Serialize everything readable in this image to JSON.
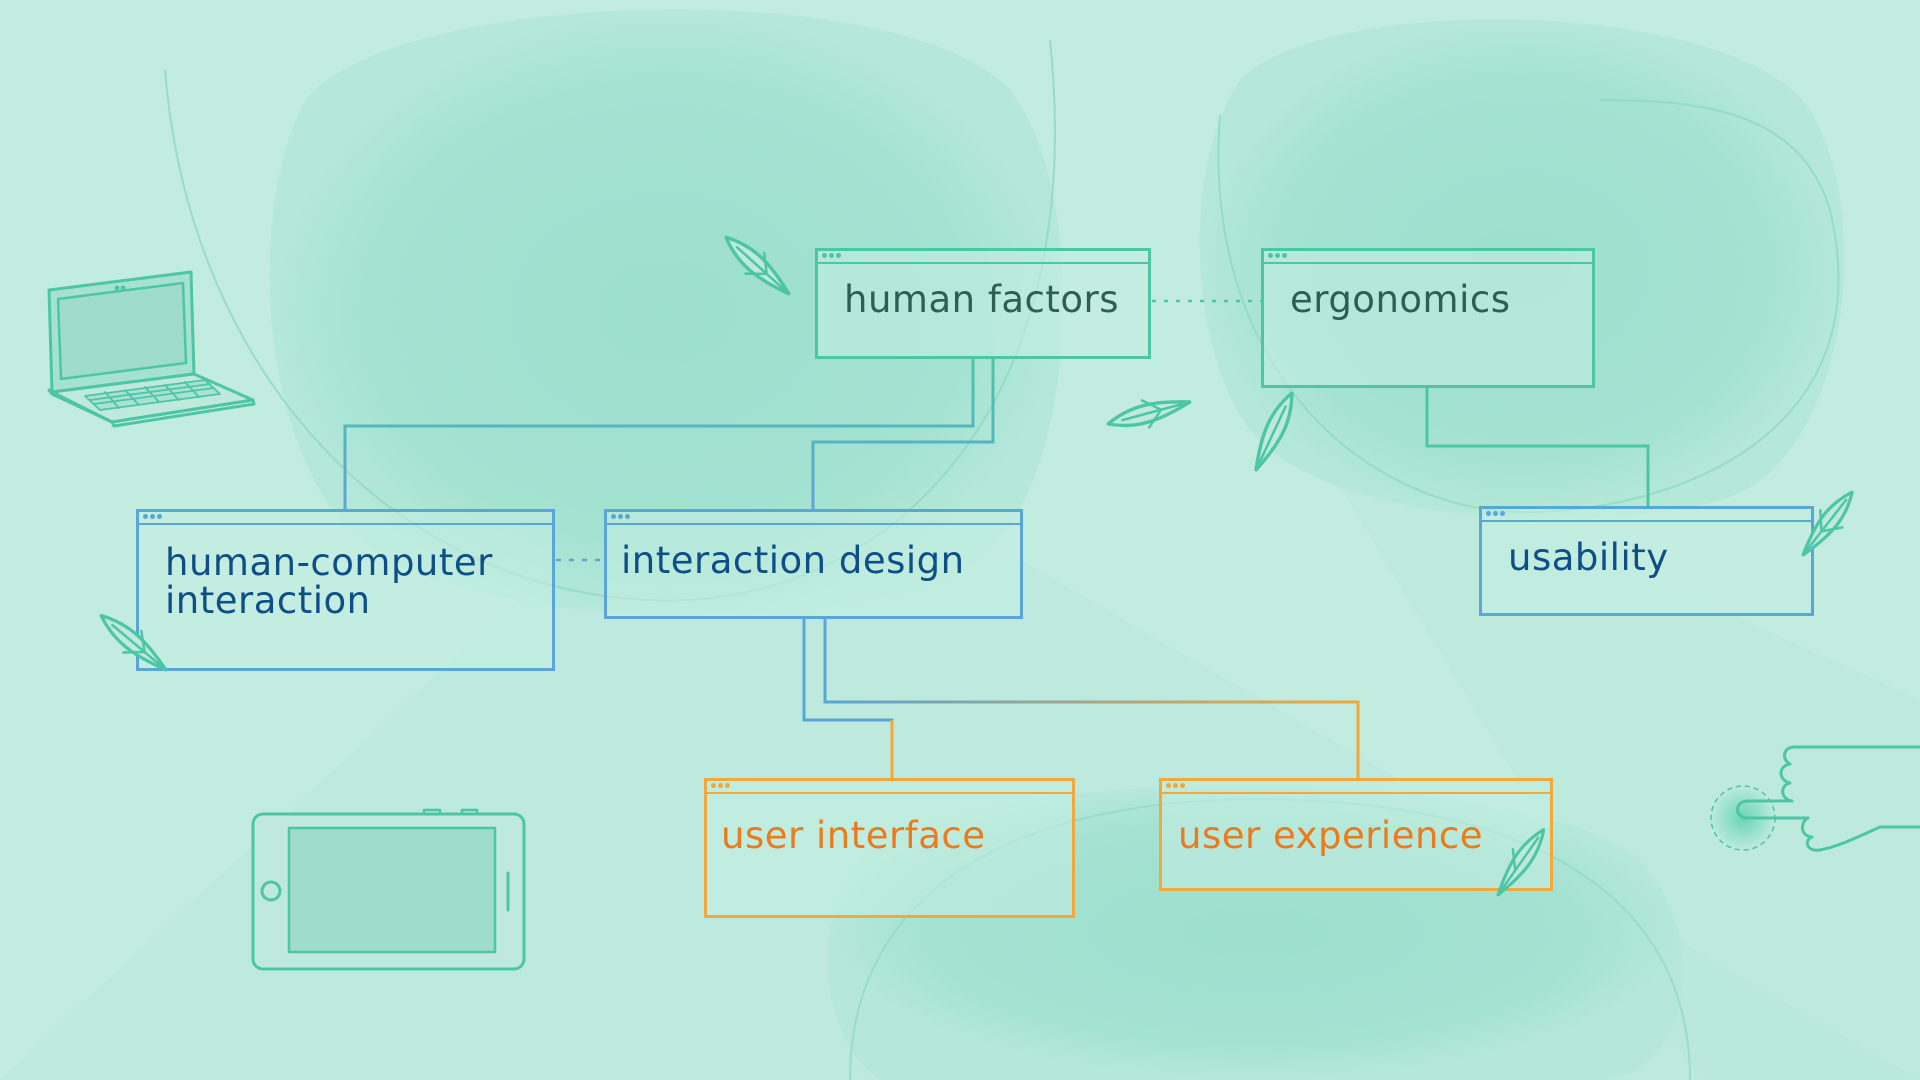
{
  "diagram": {
    "nodes": {
      "human_factors": "human factors",
      "ergonomics": "ergonomics",
      "hci": "human-computer interaction",
      "interaction_design": "interaction design",
      "usability": "usability",
      "user_interface": "user interface",
      "user_experience": "user experience"
    },
    "edges": [
      {
        "from": "human factors",
        "to": "human-computer interaction",
        "style": "solid"
      },
      {
        "from": "human factors",
        "to": "interaction design",
        "style": "solid"
      },
      {
        "from": "human factors",
        "to": "ergonomics",
        "style": "dotted"
      },
      {
        "from": "human-computer interaction",
        "to": "interaction design",
        "style": "dotted"
      },
      {
        "from": "ergonomics",
        "to": "usability",
        "style": "solid"
      },
      {
        "from": "interaction design",
        "to": "user interface",
        "style": "solid"
      },
      {
        "from": "interaction design",
        "to": "user experience",
        "style": "solid"
      }
    ],
    "colors": {
      "background": "#c3ece1",
      "blob": "#9fe0cf",
      "teal": "#4dc6a5",
      "blue": "#5aa6d6",
      "orange": "#f2a83b",
      "teal_text": "#2f5e57",
      "blue_text": "#0d4f86",
      "orange_text": "#ea7c1e"
    },
    "icons": [
      "laptop-icon",
      "tablet-icon",
      "pointing-hand-icon",
      "leaf-icon"
    ]
  }
}
